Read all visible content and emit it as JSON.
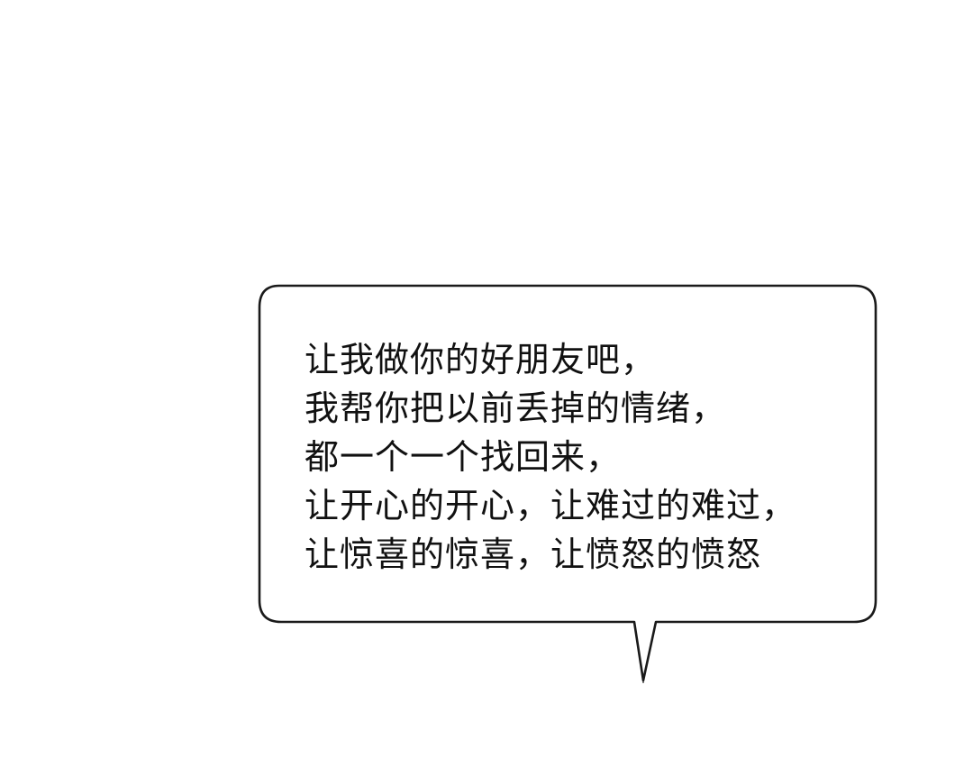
{
  "speech_bubble": {
    "lines": [
      "让我做你的好朋友吧，",
      "我帮你把以前丢掉的情绪，",
      "都一个一个找回来，",
      "让开心的开心，让难过的难过，",
      "让惊喜的惊喜，让愤怒的愤怒"
    ]
  },
  "colors": {
    "background": "#ffffff",
    "bubble_fill": "#ffffff",
    "bubble_stroke": "#1a1a1a",
    "text": "#111111"
  }
}
